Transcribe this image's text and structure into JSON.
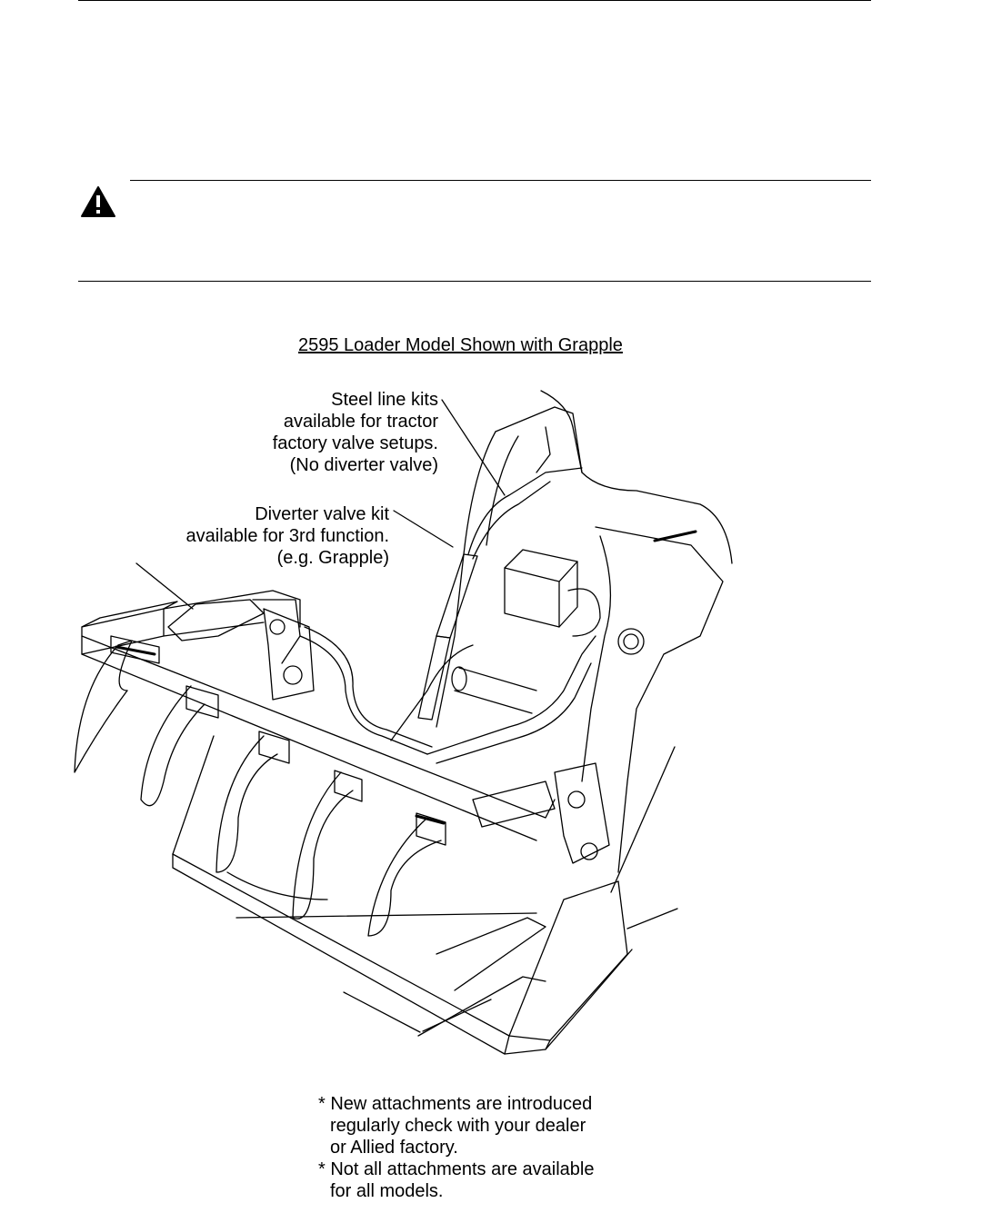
{
  "figure": {
    "title": "2595 Loader Model Shown with Grapple"
  },
  "callouts": {
    "steel_line": [
      "Steel line kits",
      "available for tractor",
      "factory valve setups.",
      "(No diverter valve)"
    ],
    "diverter": [
      "Diverter valve kit",
      "available for 3rd function.",
      "(e.g. Grapple)"
    ]
  },
  "notes": [
    "* New attachments are introduced",
    "regularly check with your dealer",
    "or Allied factory.",
    "* Not all attachments are available",
    "for all models."
  ],
  "icons": {
    "warning": "warning-triangle-icon"
  },
  "colors": {
    "ink": "#000000",
    "paper": "#ffffff"
  }
}
